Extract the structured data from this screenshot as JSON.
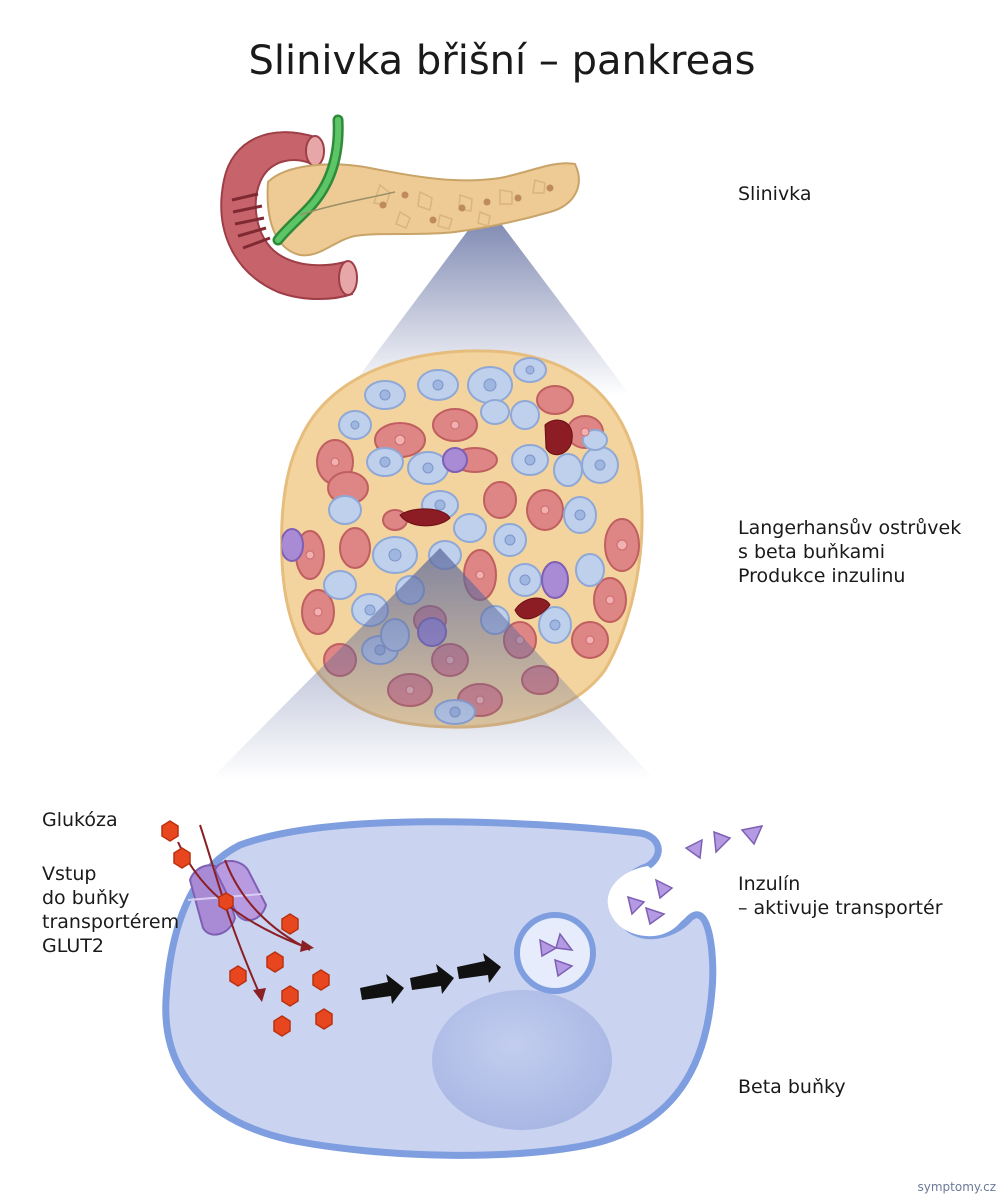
{
  "title": "Slinivka břišní – pankreas",
  "labels": {
    "pancreas": "Slinivka",
    "islet": [
      "Langerhansův ostrůvek",
      "s beta buňkami",
      "Produkce inzulinu"
    ],
    "glucose": "Glukóza",
    "entry": [
      "Vstup",
      "do buňky",
      "transportérem",
      "GLUT2"
    ],
    "insulin": [
      "Inzulín",
      "– aktivuje transportér"
    ],
    "beta_cells": "Beta buňky"
  },
  "credit": "symptomy.cz",
  "colors": {
    "pancreas_tissue": "#eecb94",
    "duodenum": "#c7646b",
    "bile_duct": "#3fae49",
    "alpha_cell": "#de8585",
    "beta_cell": "#bfd0ec",
    "delta_cell": "#a98ad4",
    "capillary": "#8c1d24",
    "beta_cell_cytoplasm": "#cad3f0",
    "membrane": "#7f9ee0",
    "glucose": "#e8461e",
    "insulin": "#b39ae2",
    "arrow": "#111111"
  }
}
